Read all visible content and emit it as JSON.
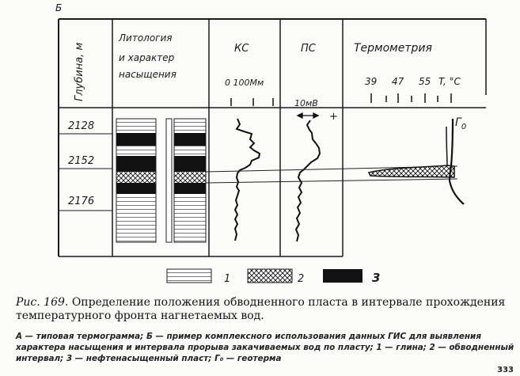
{
  "panel_label": "Б",
  "columns": {
    "depth_header": "Глубина, м",
    "lithology_header_lines": [
      "Литология",
      "и характер",
      "насыщения"
    ],
    "ks_header": "КС",
    "ps_header": "ПС",
    "thermo_header": "Термометрия"
  },
  "depths": [
    "2128",
    "2152",
    "2176"
  ],
  "ks_scale": "0 100Мм",
  "ps_scale": "10мВ",
  "ps_polarity": "+",
  "thermo_scale_values": [
    "39",
    "47",
    "55"
  ],
  "thermo_scale_unit": "T, °C",
  "geotherm_label": "Г",
  "geotherm_subscript": "0",
  "legend": [
    {
      "number": "1",
      "pattern": "clay"
    },
    {
      "number": "2",
      "pattern": "watered"
    },
    {
      "number": "3",
      "pattern": "oil"
    }
  ],
  "caption": {
    "figure_label": "Рис. 169.",
    "text": "Определение положения обводненного пласта в интервале прохождения температурного фронта нагнетаемых вод."
  },
  "legend_note": "А — типовая термограмма; Б — пример комплексного использования данных ГИС для выявления характера насыщения и интервала прорыва закачиваемых вод по пласту; 1 — глина; 2 — обводненный интервал; 3 — нефтенасыщенный пласт; Г₀ — геотерма",
  "page_number": "333"
}
